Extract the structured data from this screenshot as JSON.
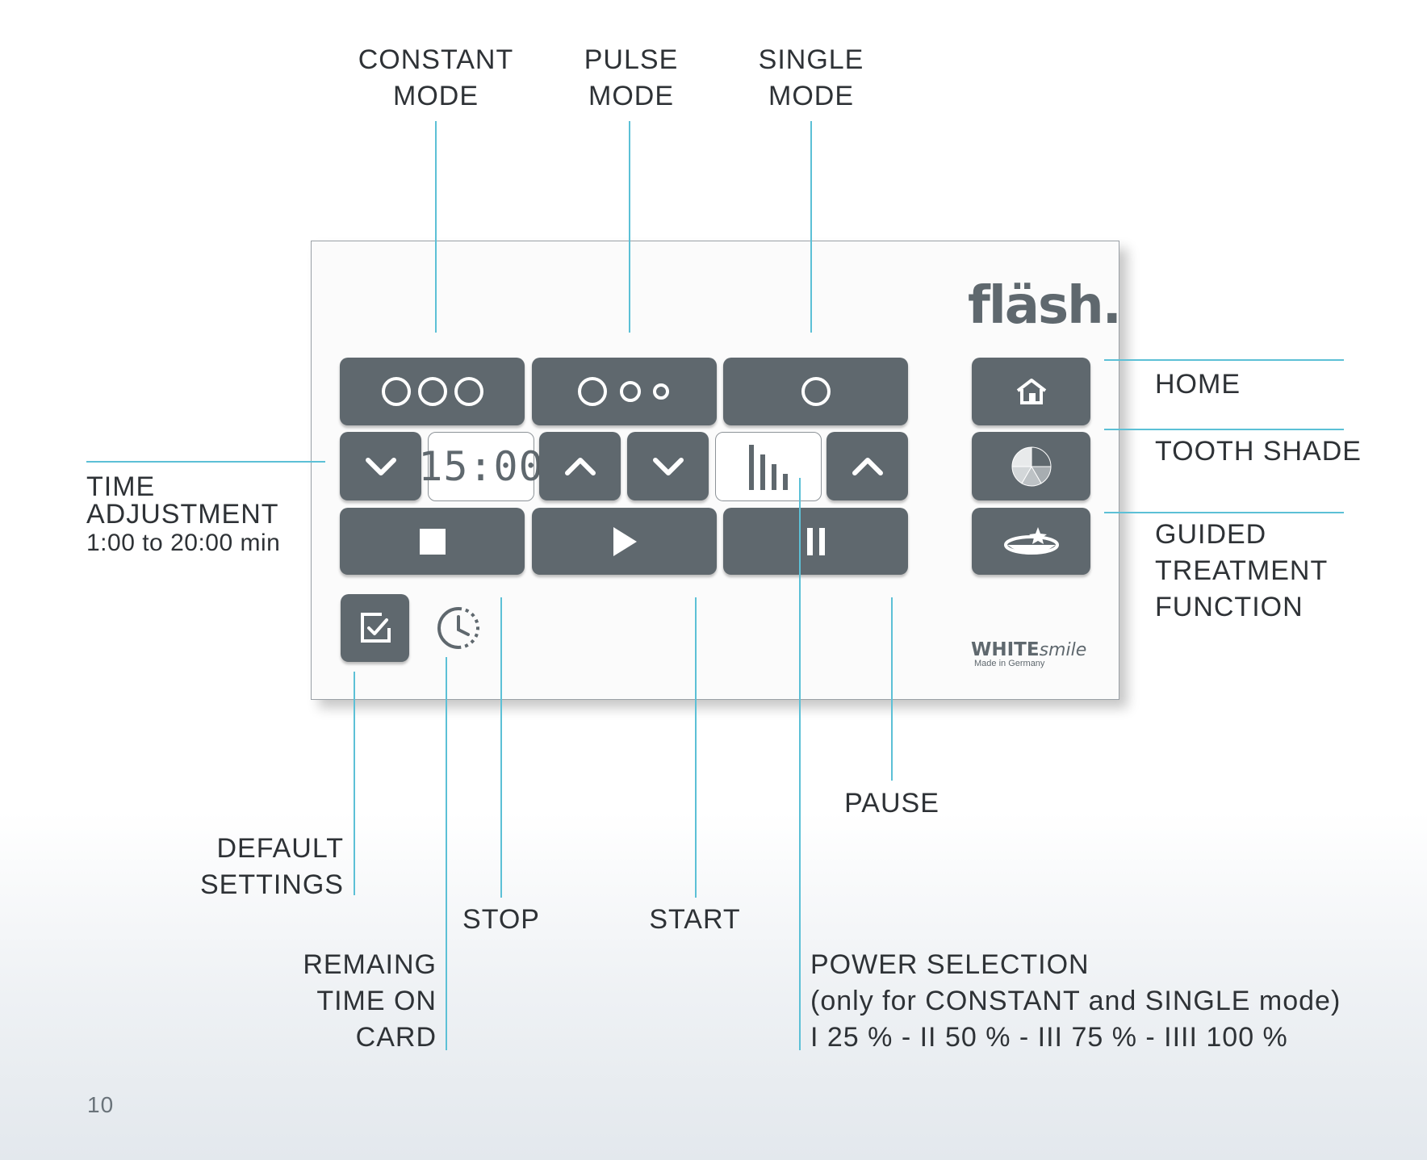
{
  "labels": {
    "constant_mode": [
      "CONSTANT",
      "MODE"
    ],
    "pulse_mode": [
      "PULSE",
      "MODE"
    ],
    "single_mode": [
      "SINGLE",
      "MODE"
    ],
    "time_adjustment": [
      "TIME",
      "ADJUSTMENT"
    ],
    "time_range": "1:00 to 20:00 min",
    "home": "HOME",
    "tooth_shade": "TOOTH SHADE",
    "guided_treatment": [
      "GUIDED",
      "TREATMENT",
      "FUNCTION"
    ],
    "pause": "PAUSE",
    "default_settings": [
      "DEFAULT",
      "SETTINGS"
    ],
    "stop": "STOP",
    "start": "START",
    "remaining_time": [
      "REMAING",
      "TIME ON",
      "CARD"
    ],
    "power_selection": [
      "POWER SELECTION",
      "(only for CONSTANT and SINGLE mode)",
      "I 25 % - II 50 % - III 75 % - IIII 100 %"
    ]
  },
  "panel": {
    "timer_display": "15:00",
    "brand_logo": "fläsh.",
    "maker_logo": "WHITE",
    "maker_logo_italic": "smile",
    "maker_tagline": "Made in Germany"
  },
  "icons": {
    "constant": "three-equal-circles-icon",
    "pulse": "descending-circles-icon",
    "single": "single-circle-icon",
    "down": "chevron-down-icon",
    "up": "chevron-up-icon",
    "power": "power-bars-icon",
    "stop": "stop-square-icon",
    "play": "play-triangle-icon",
    "pause": "pause-bars-icon",
    "home": "home-icon",
    "shade": "tooth-shade-pie-icon",
    "guided": "dental-tray-icon",
    "default": "checkbox-icon",
    "remaining": "clock-icon"
  },
  "colors": {
    "button": "#5f686e",
    "callout_line": "#5cc0d6",
    "panel": "#fbfbfb"
  },
  "page_number": "10"
}
